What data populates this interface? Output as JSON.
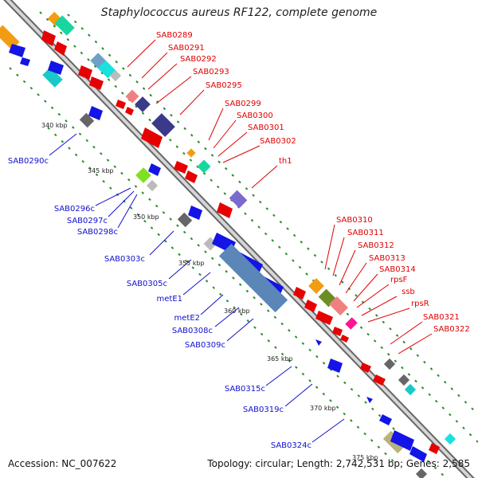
{
  "title": "Staphylococcus aureus RF122, complete genome",
  "footer": {
    "accession": "Accession: NC_007622",
    "topology": "Topology: circular; Length: 2,742,531 bp; Genes: 2,585"
  },
  "colors": {
    "forward_gene": "#e60000",
    "reverse_gene": "#1414e6",
    "forward_label": "#e00000",
    "reverse_label": "#1010cc",
    "backbone": "#8c8c8c",
    "tick_marks": "#2a8a2a"
  },
  "kbp_ticks": [
    "340 kbp",
    "345 kbp",
    "350 kbp",
    "355 kbp",
    "360 kbp",
    "365 kbp",
    "370 kbp",
    "375 kbp"
  ],
  "forward_labels": [
    "SAB0289",
    "SAB0291",
    "SAB0292",
    "SAB0293",
    "SAB0295",
    "SAB0299",
    "SAB0300",
    "SAB0301",
    "SAB0302",
    "th1",
    "SAB0310",
    "SAB0311",
    "SAB0312",
    "SAB0313",
    "SAB0314",
    "rpsF",
    "ssb",
    "rpsR",
    "SAB0321",
    "SAB0322"
  ],
  "reverse_labels": [
    "SAB0290c",
    "SAB0296c",
    "SAB0297c",
    "SAB0298c",
    "SAB0303c",
    "SAB0305c",
    "metE1",
    "metE2",
    "SAB0308c",
    "SAB0309c",
    "SAB0315c",
    "SAB0319c",
    "SAB0324c"
  ]
}
